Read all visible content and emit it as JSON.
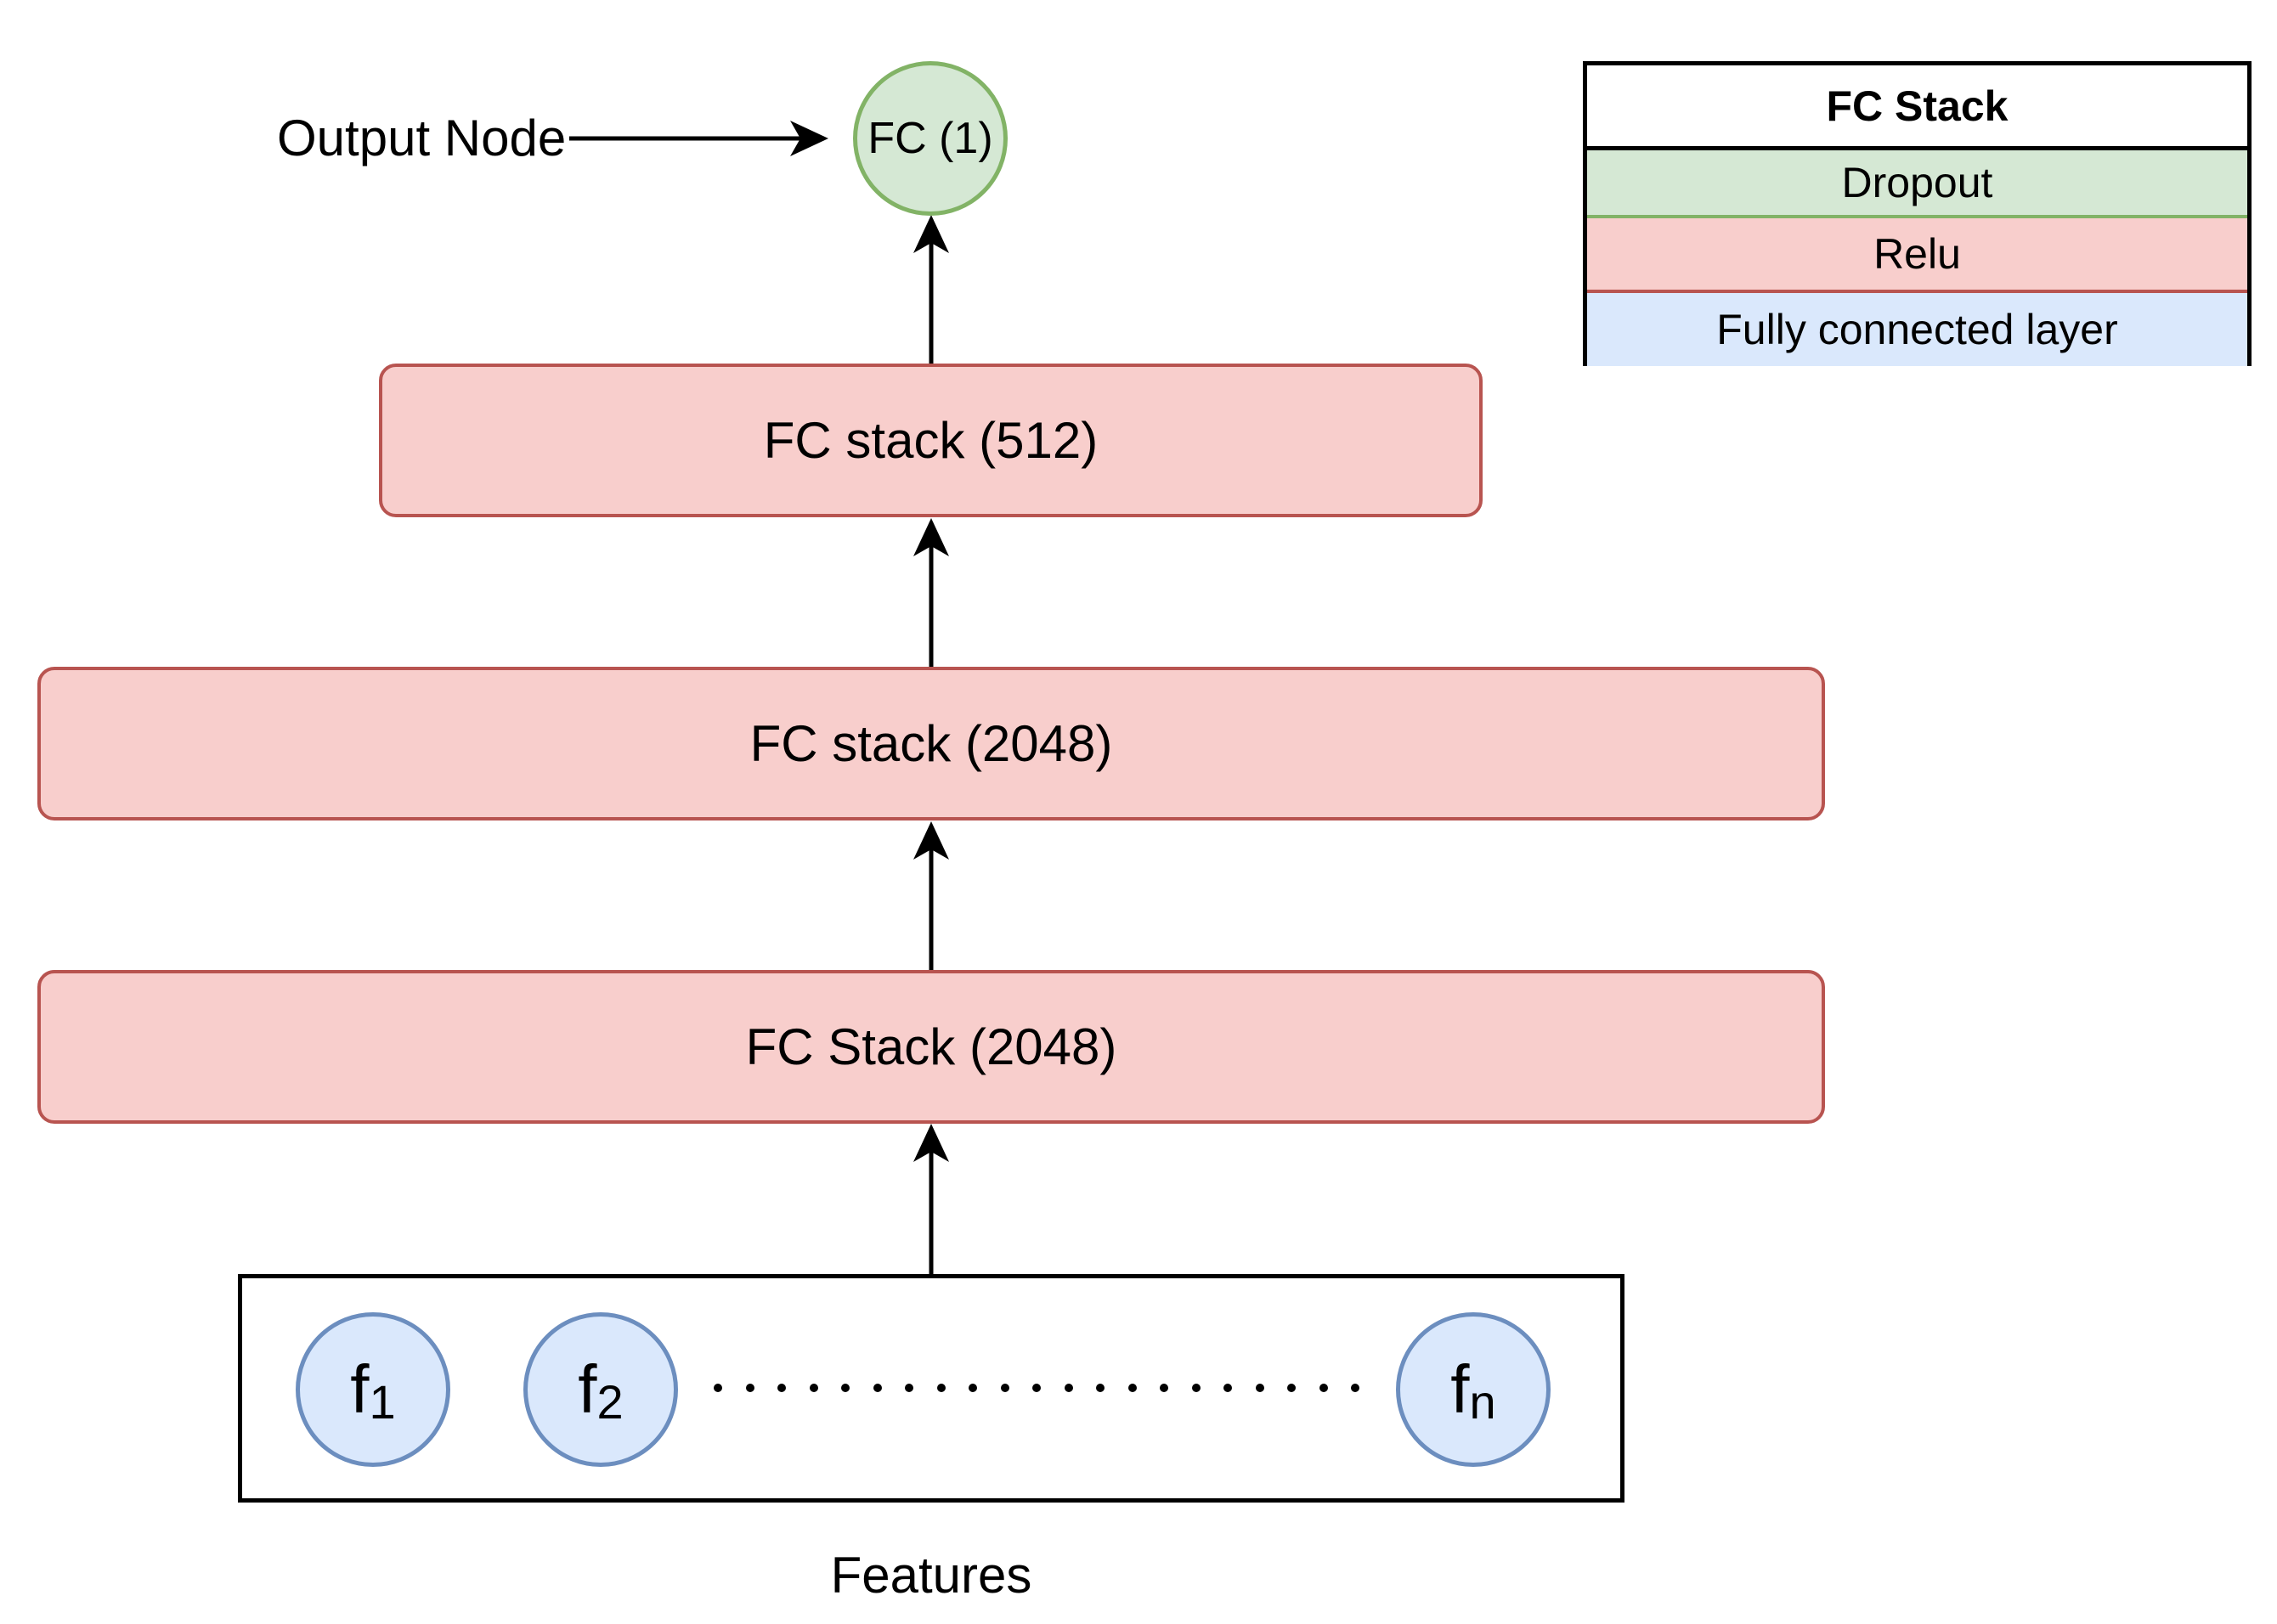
{
  "output": {
    "label": "Output Node",
    "node_label": "FC (1)"
  },
  "stacks": [
    {
      "label": "FC stack (512)"
    },
    {
      "label": "FC stack (2048)"
    },
    {
      "label": "FC Stack (2048)"
    }
  ],
  "features": {
    "caption": "Features",
    "nodes": [
      {
        "letter": "f",
        "subscript": "1"
      },
      {
        "letter": "f",
        "subscript": "2"
      },
      {
        "letter": "f",
        "subscript": "n"
      }
    ]
  },
  "legend": {
    "title": "FC Stack",
    "rows": [
      "Dropout",
      "Relu",
      "Fully connected layer"
    ]
  },
  "colors": {
    "relu_fill": "#f8cecc",
    "relu_stroke": "#b85450",
    "dropout_fill": "#d5e8d4",
    "dropout_stroke": "#82b366",
    "fc_fill": "#dae8fc",
    "fc_stroke": "#6c8ebf"
  }
}
